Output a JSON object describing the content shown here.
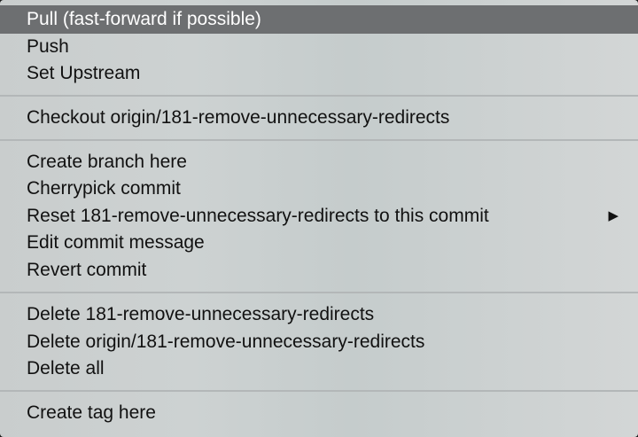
{
  "menu": {
    "items": [
      {
        "label": "Pull (fast-forward if possible)"
      },
      {
        "label": "Push"
      },
      {
        "label": "Set Upstream"
      },
      {
        "label": "Checkout origin/181-remove-unnecessary-redirects"
      },
      {
        "label": "Create branch here"
      },
      {
        "label": "Cherrypick commit"
      },
      {
        "label": "Reset 181-remove-unnecessary-redirects to this commit",
        "submenu_arrow": "▶"
      },
      {
        "label": "Edit commit message"
      },
      {
        "label": "Revert commit"
      },
      {
        "label": "Delete 181-remove-unnecessary-redirects"
      },
      {
        "label": "Delete origin/181-remove-unnecessary-redirects"
      },
      {
        "label": "Delete all"
      },
      {
        "label": "Create tag here"
      }
    ],
    "highlighted_color": "#6d6f71",
    "background_color": "#cdd2d2"
  }
}
